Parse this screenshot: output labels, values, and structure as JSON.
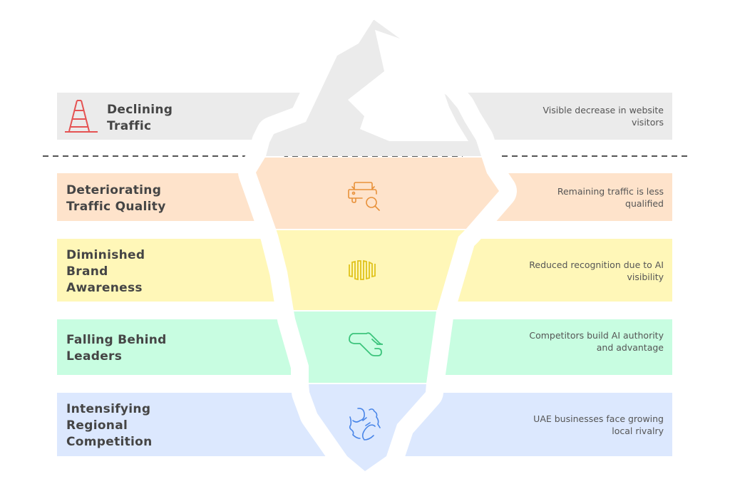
{
  "layers": [
    {
      "title": "Declining\nTraffic",
      "description": "Visible decrease in website visitors",
      "icon": "traffic-cone-icon",
      "color": "#ebebeb",
      "icon_color": "#e55353"
    },
    {
      "title": "Deteriorating\nTraffic Quality",
      "description": "Remaining traffic is less qualified",
      "icon": "car-search-icon",
      "color": "#fee3cb",
      "icon_color": "#e8913a"
    },
    {
      "title": "Diminished\nBrand\nAwareness",
      "description": "Reduced recognition due to AI visibility",
      "icon": "wave-signal-icon",
      "color": "#fff7b8",
      "icon_color": "#e0c21a"
    },
    {
      "title": "Falling Behind\nLeaders",
      "description": "Competitors build AI authority and advantage",
      "icon": "escalator-down-icon",
      "color": "#c8fde1",
      "icon_color": "#3cc47c"
    },
    {
      "title": "Intensifying\nRegional\nCompetition",
      "description": "UAE businesses face growing local rivalry",
      "icon": "competing-hands-icon",
      "color": "#dce8fe",
      "icon_color": "#4a86e8"
    }
  ]
}
